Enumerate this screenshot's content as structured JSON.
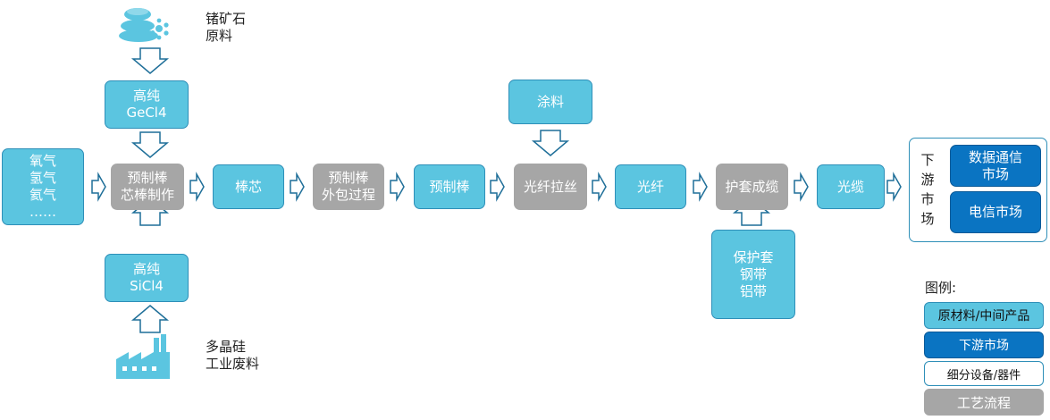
{
  "inputs": {
    "germanium_ore": "锗矿石\n原料",
    "polysilicon_waste": "多晶硅\n工业废料",
    "gases": "氧气\n氢气\n氦气\n……"
  },
  "materials": {
    "gecl4": "高纯\nGeCl4",
    "sicl4": "高纯\nSiCl4",
    "core_rod": "棒芯",
    "preform": "预制棒",
    "coating": "涂料",
    "fiber": "光纤",
    "sheath": "保护套\n钢带\n铝带",
    "cable": "光缆"
  },
  "processes": {
    "core_making": "预制棒\n芯棒制作",
    "cladding": "预制棒\n外包过程",
    "drawing": "光纤拉丝",
    "jacketing": "护套成缆"
  },
  "downstream": {
    "label": "下\n游\n市\n场",
    "datacom": "数据通信\n市场",
    "telecom": "电信市场"
  },
  "legend": {
    "title": "图例:",
    "raw": "原材料/中间产品",
    "market": "下游市场",
    "device": "细分设备/器件",
    "process": "工艺流程"
  },
  "colors": {
    "material": "#5BC5E0",
    "process": "#A6A6A6",
    "market": "#0A74C2",
    "outline": "#2E8FB8"
  },
  "icons": [
    "stones-icon",
    "factory-icon"
  ]
}
